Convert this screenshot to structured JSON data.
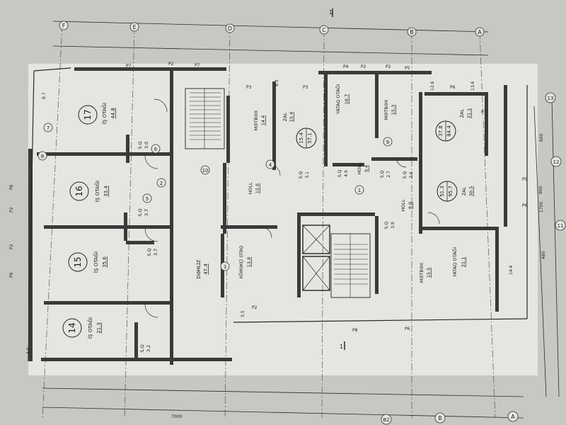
{
  "rooms": {
    "r17": {
      "number": "17",
      "name": "İŞ OTAĞI",
      "area": "44.8"
    },
    "r16": {
      "number": "16",
      "name": "İŞ OTAĞI",
      "area": "33.4"
    },
    "r15": {
      "number": "15",
      "name": "İŞ OTAĞI",
      "area": "35.6"
    },
    "r14": {
      "number": "14",
      "name": "İŞ OTAĞI",
      "area": "21.3"
    },
    "sq1": {
      "name": "S.Q",
      "area": "3.0"
    },
    "sq2": {
      "name": "S.Q",
      "area": "3.7"
    },
    "sq3": {
      "name": "S.Q",
      "area": "3.7"
    },
    "sq4": {
      "name": "S.Q",
      "area": "3.2"
    },
    "sq5": {
      "name": "S.Q",
      "area": "3.1"
    },
    "sq6": {
      "name": "S.Q",
      "area": "4.9"
    },
    "sq7": {
      "name": "S.Q",
      "area": "2.7"
    },
    "sq8": {
      "name": "S.Q",
      "area": "3.6"
    },
    "sq9": {
      "name": "S.Q",
      "area": "3.9"
    },
    "dehliz": {
      "name": "DƏHLİZ",
      "area": "47.4"
    },
    "metbex1": {
      "name": "MƏTBƏX",
      "area": "14.4"
    },
    "zal1": {
      "name": "ZAL",
      "area": "15.4"
    },
    "yataq1": {
      "name": "YATAQ OTAĞI",
      "area": "16.7"
    },
    "metbex2": {
      "name": "MƏTBƏX",
      "area": "15.3"
    },
    "zal2": {
      "name": "ZAL",
      "area": "21.1"
    },
    "holl1": {
      "name": "HOLL",
      "area": "15.6"
    },
    "holl2": {
      "name": "HOLL",
      "area": "9.4"
    },
    "holl3": {
      "name": "HOLL",
      "area": "8.0"
    },
    "zal3": {
      "name": "ZAL",
      "area": "30.5"
    },
    "komekci": {
      "name": "KÖMƏKÇİ OTAQ",
      "area": "13.8"
    },
    "metbex3": {
      "name": "MƏTBƏX",
      "area": "15.5"
    },
    "yataq2": {
      "name": "YATAQ OTAĞI",
      "area": "21.1"
    }
  },
  "apartments": {
    "a1": {
      "top": "15.4",
      "bottom": "57.1"
    },
    "a2": {
      "top": "37.8",
      "bottom": "84.4"
    },
    "a3": {
      "top": "51.3",
      "bottom": "95.7"
    }
  },
  "grid_axes": {
    "top": [
      "F",
      "E",
      "D",
      "C",
      "B",
      "A"
    ],
    "bottom": [
      "B2",
      "B",
      "A"
    ],
    "right": [
      "13",
      "12",
      "11"
    ],
    "small": [
      "1",
      "1"
    ]
  },
  "dimensions": {
    "d1": "8.7",
    "d2": "8.3",
    "d3": "12.6",
    "d4": "13.6",
    "d5": "14.4",
    "d6": "4.0",
    "d7": "3.5",
    "d8": "1700",
    "d9": "600",
    "d10": "480",
    "d11": "900",
    "d12": "7000"
  },
  "wall_tags": {
    "p1": "P7",
    "p2": "P7",
    "p3": "P2",
    "p4": "P4",
    "p5": "P2",
    "p6": "P2",
    "p7": "P5",
    "p8": "P3",
    "p9": "P6",
    "p10": "P3",
    "p11": "P5",
    "p12": "P6",
    "p13": "P6",
    "p14": "P2",
    "p15": "P2",
    "p16": "P6",
    "p17": "P1",
    "p18": "P8",
    "p19": "P6",
    "p20": "P2"
  },
  "markers": {
    "m1": "7",
    "m2": "8",
    "m3": "6",
    "m4": "5",
    "m5": "2",
    "m6": "10",
    "m7": "3",
    "m8": "4",
    "m9": "9",
    "m10": "1"
  }
}
